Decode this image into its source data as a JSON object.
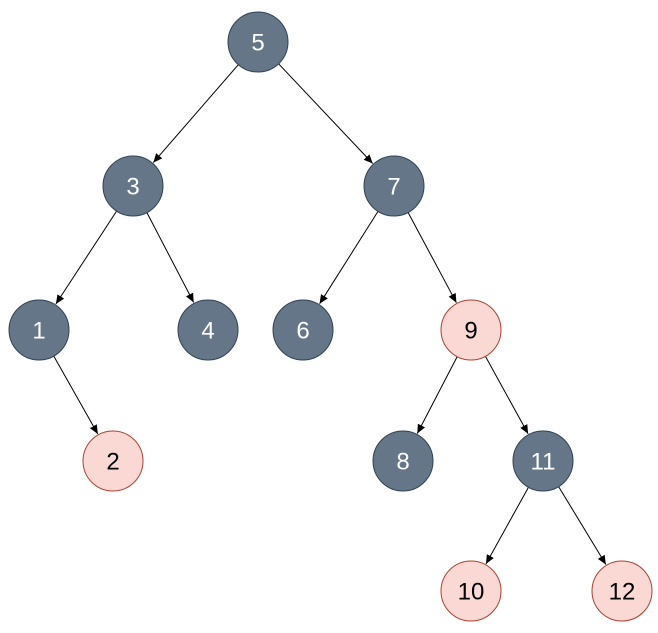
{
  "colors": {
    "black_fill": "#647687",
    "black_stroke": "#314354",
    "black_text": "#ffffff",
    "red_fill": "#fad9d5",
    "red_stroke": "#ae4132",
    "red_text": "#000000",
    "edge": "#000000",
    "background": "#ffffff"
  },
  "nodes": [
    {
      "id": "n5",
      "label": "5",
      "color": "black"
    },
    {
      "id": "n3",
      "label": "3",
      "color": "black"
    },
    {
      "id": "n7",
      "label": "7",
      "color": "black"
    },
    {
      "id": "n1",
      "label": "1",
      "color": "black"
    },
    {
      "id": "n4",
      "label": "4",
      "color": "black"
    },
    {
      "id": "n6",
      "label": "6",
      "color": "black"
    },
    {
      "id": "n9",
      "label": "9",
      "color": "red"
    },
    {
      "id": "n2",
      "label": "2",
      "color": "red"
    },
    {
      "id": "n8",
      "label": "8",
      "color": "black"
    },
    {
      "id": "n11",
      "label": "11",
      "color": "black"
    },
    {
      "id": "n10",
      "label": "10",
      "color": "red"
    },
    {
      "id": "n12",
      "label": "12",
      "color": "red"
    }
  ],
  "edges": [
    {
      "from": "n5",
      "to": "n3"
    },
    {
      "from": "n5",
      "to": "n7"
    },
    {
      "from": "n3",
      "to": "n1"
    },
    {
      "from": "n3",
      "to": "n4"
    },
    {
      "from": "n7",
      "to": "n6"
    },
    {
      "from": "n7",
      "to": "n9"
    },
    {
      "from": "n1",
      "to": "n2"
    },
    {
      "from": "n9",
      "to": "n8"
    },
    {
      "from": "n9",
      "to": "n11"
    },
    {
      "from": "n11",
      "to": "n10"
    },
    {
      "from": "n11",
      "to": "n12"
    }
  ]
}
